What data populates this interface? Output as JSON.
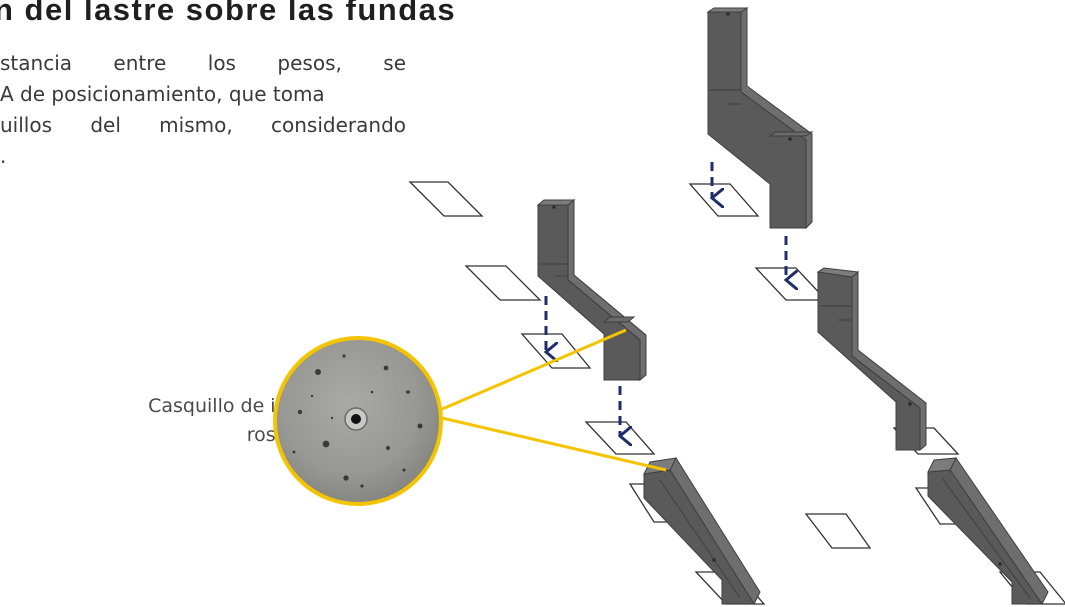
{
  "header": {
    "title": "n del lastre sobre las fundas"
  },
  "intro": {
    "lines": [
      "stancia entre los pesos, se",
      "A de posicionamiento, que toma",
      "uillos del mismo, considerando",
      "."
    ]
  },
  "callout": {
    "line1": "Casquillo de inserción",
    "line2": "roscado M8"
  },
  "colors": {
    "block_front": "#5a5a5a",
    "block_side": "#6e6e6e",
    "block_top": "#7c7c7c",
    "arrow": "#1f2d6b",
    "leader": "#f5c400",
    "text": "#3a3a3a"
  }
}
